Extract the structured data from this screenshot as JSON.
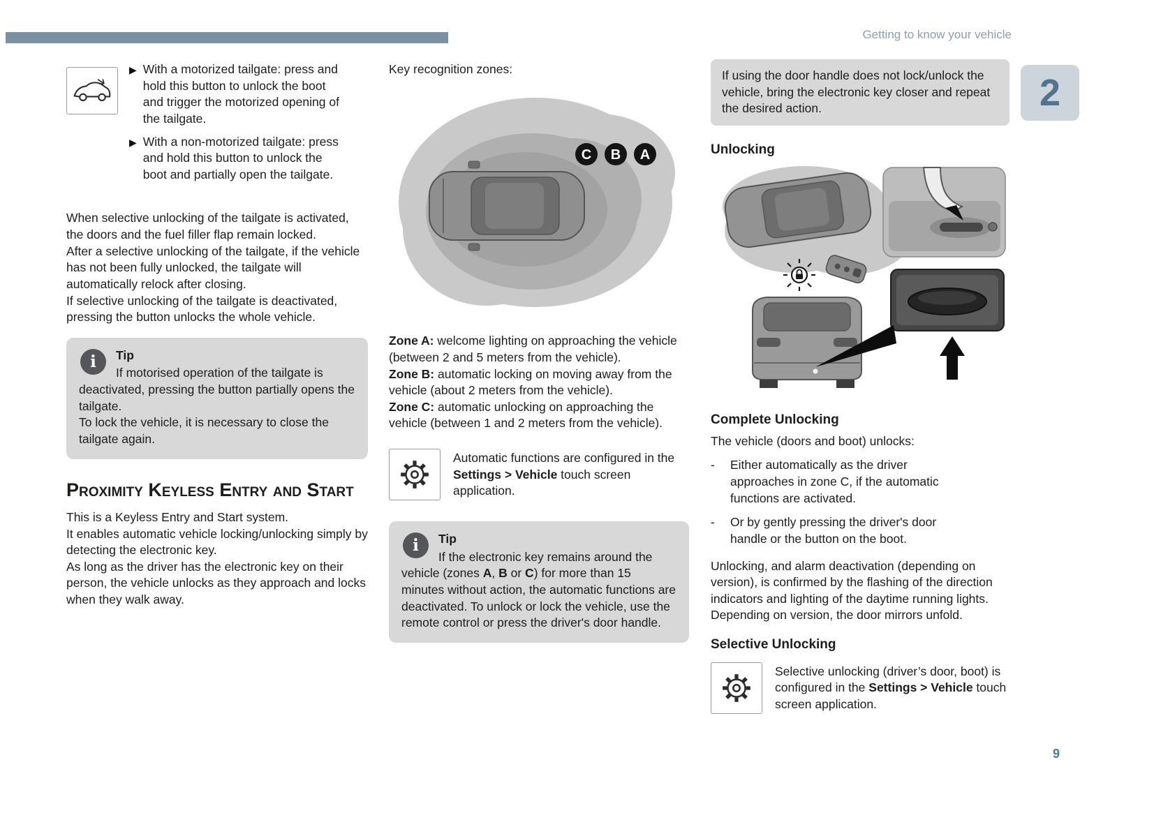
{
  "page": {
    "running_title": "Getting to know your vehicle",
    "chapter_number": "2",
    "page_number": "9"
  },
  "icons": {
    "bullet_arrow": "▶",
    "info": "i",
    "dash": "-"
  },
  "colors": {
    "accent_bar": "#7b91a2",
    "running_title": "#8d9fae",
    "chapter_bg": "#ccd5dc",
    "chapter_text": "#50748e",
    "tip_box_bg": "#d8d8d8",
    "page_number": "#4c7a96"
  },
  "col1": {
    "bullets": [
      "With a motorized tailgate: press and hold this button to unlock the boot and trigger the motorized opening of the tailgate.",
      "With a non-motorized tailgate: press and hold this button to unlock the boot and partially open the tailgate."
    ],
    "para1": [
      "When selective unlocking of the tailgate is activated, the doors and the fuel filler flap remain locked.",
      "After a selective unlocking of the tailgate, if the vehicle has not been fully unlocked, the tailgate will automatically relock after closing.",
      "If selective unlocking of the tailgate is deactivated, pressing the button unlocks the whole vehicle."
    ],
    "tip": {
      "title": "Tip",
      "lines": [
        "If motorised operation of the tailgate is deactivated, pressing the button partially opens the tailgate.",
        "To lock the vehicle, it is necessary to close the tailgate again."
      ]
    },
    "heading": "Proximity Keyless Entry and Start",
    "para2": [
      "This is a Keyless Entry and Start system.",
      "It enables automatic vehicle locking/unlocking simply by detecting the electronic key.",
      "As long as the driver has the electronic key on their person, the vehicle unlocks as they approach and locks when they walk away."
    ]
  },
  "col2": {
    "lead": "Key recognition zones:",
    "zone_labels": [
      "C",
      "B",
      "A"
    ],
    "zones": [
      {
        "label": "Zone A:",
        "text": " welcome lighting on approaching the vehicle (between 2 and 5 meters from the vehicle)."
      },
      {
        "label": "Zone B:",
        "text": " automatic locking on moving away from the vehicle (about 2 meters from the vehicle)."
      },
      {
        "label": "Zone C:",
        "text": " automatic unlocking on approaching the vehicle (between 1 and 2 meters from the vehicle)."
      }
    ],
    "settings_note": {
      "pre": "Automatic functions are configured in the ",
      "bold": "Settings > Vehicle",
      "post": " touch screen application."
    },
    "tip": {
      "title": "Tip",
      "parts": [
        "If the electronic key remains around the vehicle (zones ",
        "A",
        ", ",
        "B",
        " or ",
        "C",
        ") for more than 15 minutes without action, the automatic functions are deactivated. To unlock or lock the vehicle, use the remote control or press the driver's door handle."
      ]
    }
  },
  "col3": {
    "note": "If using the door handle does not lock/unlock the vehicle, bring the electronic key closer and repeat the desired action.",
    "heading_unlocking": "Unlocking",
    "heading_complete": "Complete Unlocking",
    "intro": "The vehicle (doors and boot) unlocks:",
    "bullets": [
      "Either automatically as the driver approaches in zone C, if the automatic functions are activated.",
      "Or by gently pressing the driver's door handle or the button on the boot."
    ],
    "para": [
      "Unlocking, and alarm deactivation (depending on version), is confirmed by the flashing of the direction indicators and lighting of the daytime running lights.",
      "Depending on version, the door mirrors unfold."
    ],
    "heading_selective": "Selective Unlocking",
    "settings_note": {
      "pre": "Selective unlocking (driver’s door, boot) is configured in the ",
      "bold": "Settings > Vehicle",
      "post": " touch screen application."
    }
  }
}
